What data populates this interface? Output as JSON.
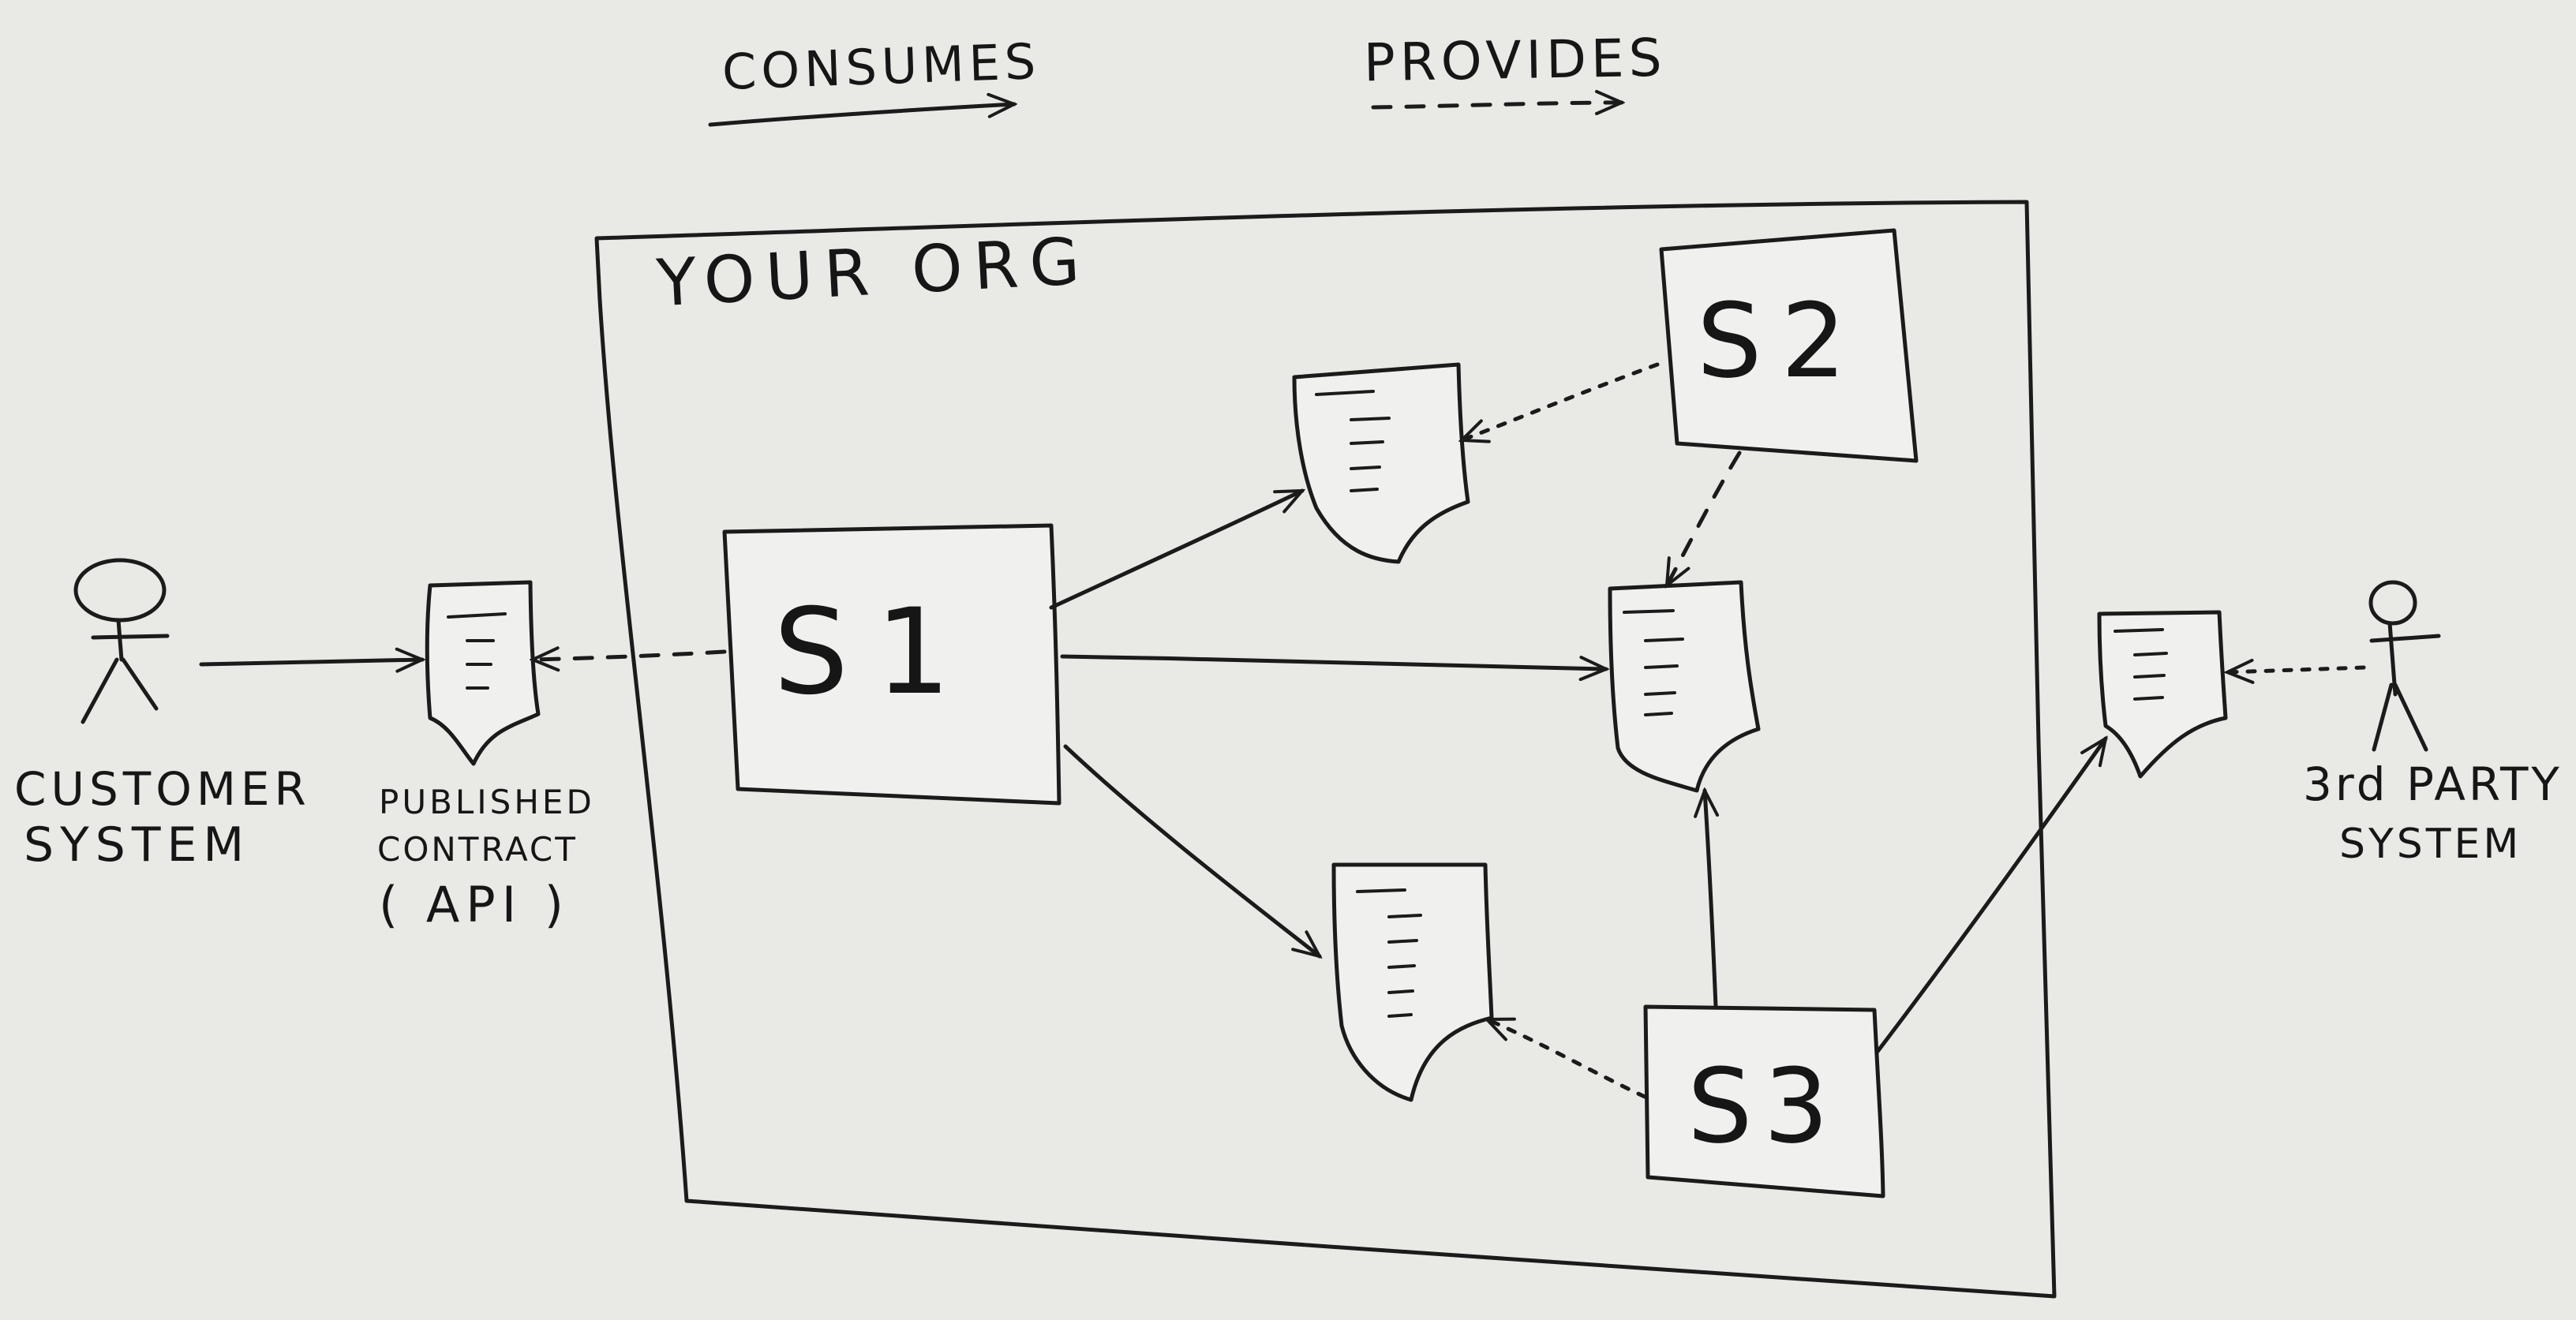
{
  "legend": {
    "consumes": "CONSUMES",
    "provides": "PROVIDES"
  },
  "org_label": "YOUR ORG",
  "services": {
    "s1": "S1",
    "s2": "S2",
    "s3": "S3"
  },
  "actors": {
    "customer_line1": "CUSTOMER",
    "customer_line2": "SYSTEM",
    "third_party_line1": "3rd PARTY",
    "third_party_line2": "SYSTEM"
  },
  "published_contract": {
    "line1": "PUBLISHED",
    "line2": "CONTRACT",
    "line3": "( API )"
  },
  "colors": {
    "ink": "#1b1b1b",
    "board": "#e9e9e6"
  }
}
